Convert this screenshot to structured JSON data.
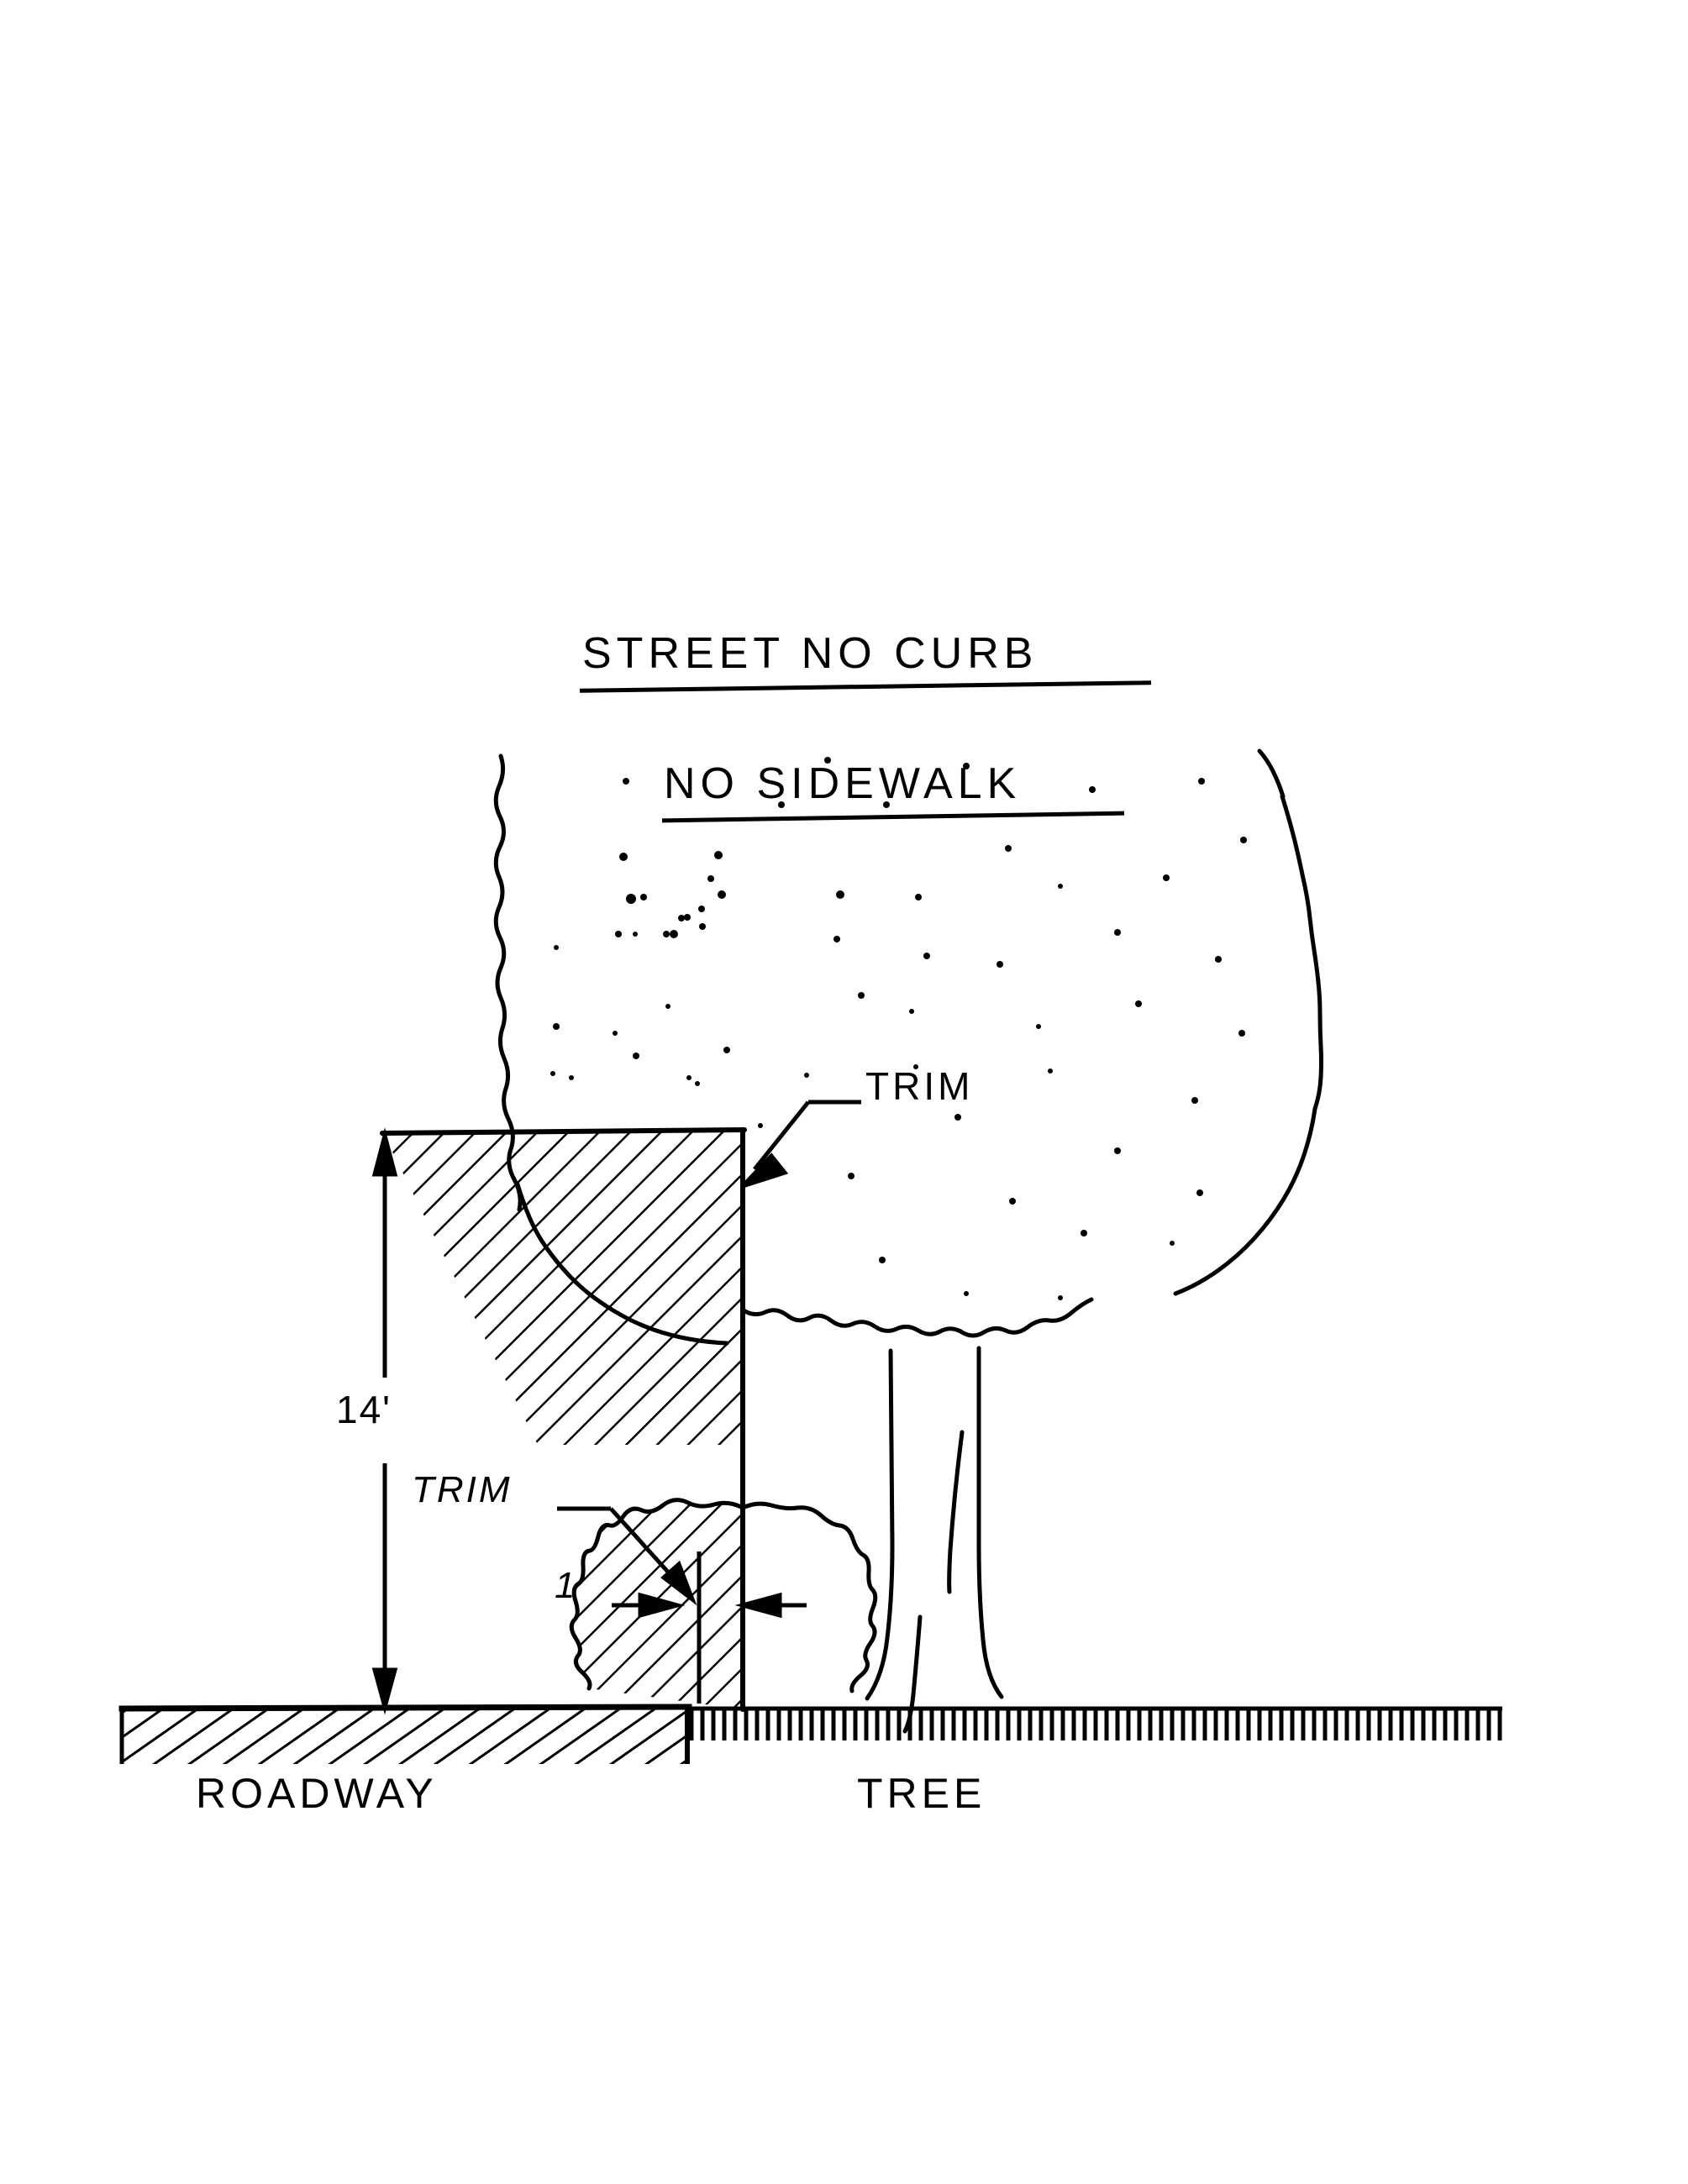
{
  "document": {
    "kind": "engineering-clearance-diagram",
    "background_color": "#ffffff",
    "ink_color": "#000000"
  },
  "titles": {
    "line1": "STREET NO CURB",
    "line2": "NO SIDEWALK"
  },
  "labels": {
    "trim_upper": "TRIM",
    "trim_lower": "TRIM",
    "roadway": "ROADWAY",
    "tree": "TREE"
  },
  "dimensions": {
    "vertical_clearance": "14'",
    "horizontal_clearance": "1'"
  },
  "elements": {
    "canopy": "tree-canopy",
    "trunk": "tree-trunk",
    "shrub": "low-branch-foliage",
    "roadway_band": "roadway-pavement-hatch",
    "ground_line": "ground-surface-hatch",
    "trim_zone_upper": "upper-trim-hatch-zone",
    "trim_zone_lower": "lower-trim-hatch-zone",
    "dimension_line_vertical": "14ft-dimension-line",
    "dimension_line_horizontal": "1ft-dimension-line",
    "leader_upper": "trim-leader-upper",
    "leader_lower": "trim-leader-lower"
  }
}
